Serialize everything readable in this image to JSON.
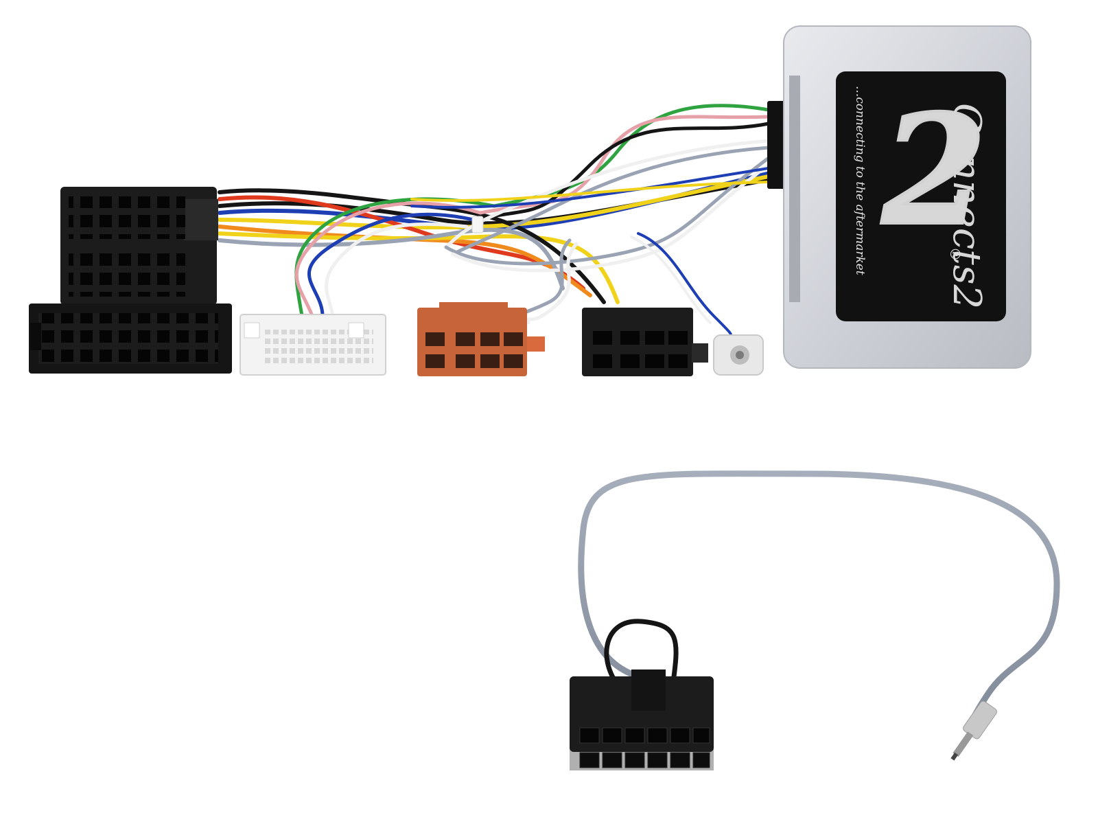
{
  "product": {
    "brand_logo_text": "Connects2",
    "registered_mark": "®",
    "tagline": "...connecting to the aftermarket"
  },
  "colors": {
    "background": "#ffffff",
    "module_silver": "#d4d6db",
    "label_black": "#111111",
    "connector_black": "#1c1c1c",
    "connector_white": "#f3f3f3",
    "connector_orange": "#c8643a",
    "wire_red": "#e03a1e",
    "wire_blue": "#1e3fb4",
    "wire_green": "#2fa33f",
    "wire_yellow": "#f1d21a",
    "wire_pink": "#e6a0a8",
    "wire_grey": "#9aa3b3",
    "wire_black": "#151515",
    "wire_white": "#f0f0f0",
    "wire_orange": "#f08a1c",
    "cable_grey": "#8d97a6"
  },
  "components": [
    {
      "name": "interface-module",
      "icon": "module-box"
    },
    {
      "name": "iso-vehicle-connector",
      "icon": "iso-plug"
    },
    {
      "name": "white-multipin-connector",
      "icon": "multipin-plug"
    },
    {
      "name": "orange-iso-connector",
      "icon": "iso-speaker-plug"
    },
    {
      "name": "black-iso-connector",
      "icon": "iso-power-plug"
    },
    {
      "name": "antenna-socket",
      "icon": "antenna-jack"
    },
    {
      "name": "patch-lead-connector",
      "icon": "12-pin-plug"
    },
    {
      "name": "jack-plug",
      "icon": "3.5mm-jack"
    }
  ]
}
